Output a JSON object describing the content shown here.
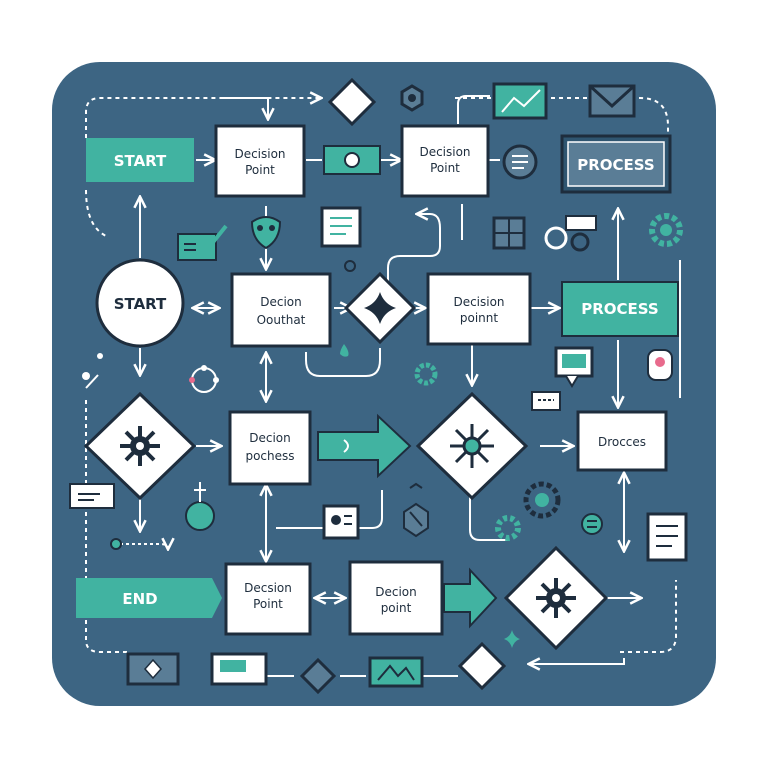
{
  "colors": {
    "panel": "#3d6583",
    "panel_edge": "#2f5570",
    "box": "#ffffff",
    "teal": "#41b3a1",
    "ink": "#1e2d3d",
    "line": "#ffffff"
  },
  "nodes": {
    "start_top": "START",
    "start_circle": "START",
    "end": "END",
    "process_top": "PROCESS",
    "process_mid": "PROCESS",
    "process_lower": "Drocces",
    "box_top_1": {
      "line1": "Decision",
      "line2": "Point"
    },
    "box_top_2": {
      "line1": "Decision",
      "line2": "Point"
    },
    "box_mid_1": {
      "line1": "Decion",
      "line2": "Oouthat"
    },
    "box_mid_2": {
      "line1": "Decision",
      "line2": "poinnt"
    },
    "box_low_1": {
      "line1": "Decion",
      "line2": "pochess"
    },
    "box_bot_1": {
      "line1": "Decsion",
      "line2": "Point"
    },
    "box_bot_2": {
      "line1": "Decion",
      "line2": "point"
    }
  },
  "icons": [
    "diamond-icon",
    "hexagon-nut-icon",
    "chart-window-icon",
    "envelope-icon",
    "toggle-icon",
    "list-circle-icon",
    "checklist-card-icon",
    "gear-icon",
    "grid-icon",
    "gears-icon",
    "chat-bubble-icon",
    "node-graph-icon",
    "cog-icon",
    "vial-icon",
    "id-card-icon",
    "clipboard-icon",
    "monitor-icon",
    "sparkle-icon"
  ]
}
